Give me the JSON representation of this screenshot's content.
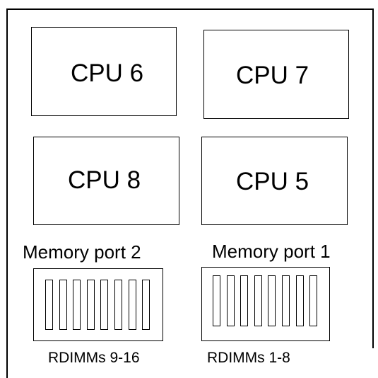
{
  "cpus": [
    {
      "label": "CPU 6"
    },
    {
      "label": "CPU 7"
    },
    {
      "label": "CPU 8"
    },
    {
      "label": "CPU 5"
    }
  ],
  "memory_ports": [
    {
      "label": "Memory port 2",
      "rdimm_label": "RDIMMs 9-16",
      "slot_count": 8
    },
    {
      "label": "Memory port 1",
      "rdimm_label": "RDIMMs 1-8",
      "slot_count": 8
    }
  ]
}
